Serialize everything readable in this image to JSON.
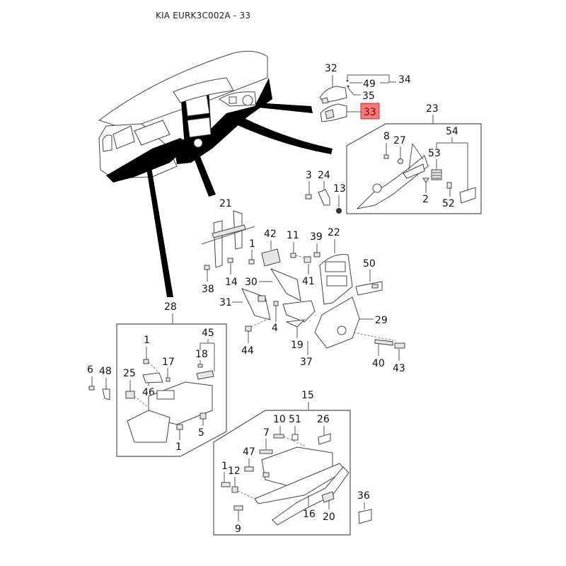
{
  "title": "KIA EURK3C002A - 33",
  "highlight": {
    "part": "33",
    "fill": "#f07b7b",
    "stroke": "#d92b2b",
    "text_color": "#8a0000"
  },
  "groups": {
    "g23": {
      "label": "23",
      "members": [
        "8",
        "27",
        "53",
        "54",
        "2",
        "52"
      ]
    },
    "g54": {
      "label": "54",
      "members": [
        "53",
        "52"
      ]
    },
    "g34": {
      "label": "34",
      "members": [
        "49",
        "35"
      ]
    },
    "g28": {
      "label": "28",
      "members": [
        "1",
        "45",
        "18",
        "17",
        "25",
        "46",
        "5",
        "1"
      ]
    },
    "g45": {
      "label": "45",
      "members": [
        "18"
      ]
    },
    "g15": {
      "label": "15",
      "members": [
        "10",
        "51",
        "26",
        "7",
        "47",
        "1",
        "12",
        "16",
        "20",
        "9"
      ]
    }
  },
  "labels": {
    "l32": "32",
    "l34": "34",
    "l49": "49",
    "l35": "35",
    "l33": "33",
    "l23": "23",
    "l8": "8",
    "l27": "27",
    "l54": "54",
    "l53": "53",
    "l2": "2",
    "l52": "52",
    "l3": "3",
    "l24": "24",
    "l13": "13",
    "l21": "21",
    "l38": "38",
    "l14": "14",
    "l42": "42",
    "l1a": "1",
    "l11": "11",
    "l39": "39",
    "l22": "22",
    "l41": "41",
    "l30": "30",
    "l31": "31",
    "l4": "4",
    "l44": "44",
    "l19": "19",
    "l37": "37",
    "l50": "50",
    "l29": "29",
    "l40": "40",
    "l43": "43",
    "l28": "28",
    "l1b": "1",
    "l45": "45",
    "l18": "18",
    "l17": "17",
    "l25": "25",
    "l46": "46",
    "l5": "5",
    "l1c": "1",
    "l6": "6",
    "l48": "48",
    "l15": "15",
    "l10": "10",
    "l51": "51",
    "l26": "26",
    "l7": "7",
    "l47": "47",
    "l1d": "1",
    "l12": "12",
    "l16": "16",
    "l20": "20",
    "l9": "9",
    "l36": "36"
  }
}
